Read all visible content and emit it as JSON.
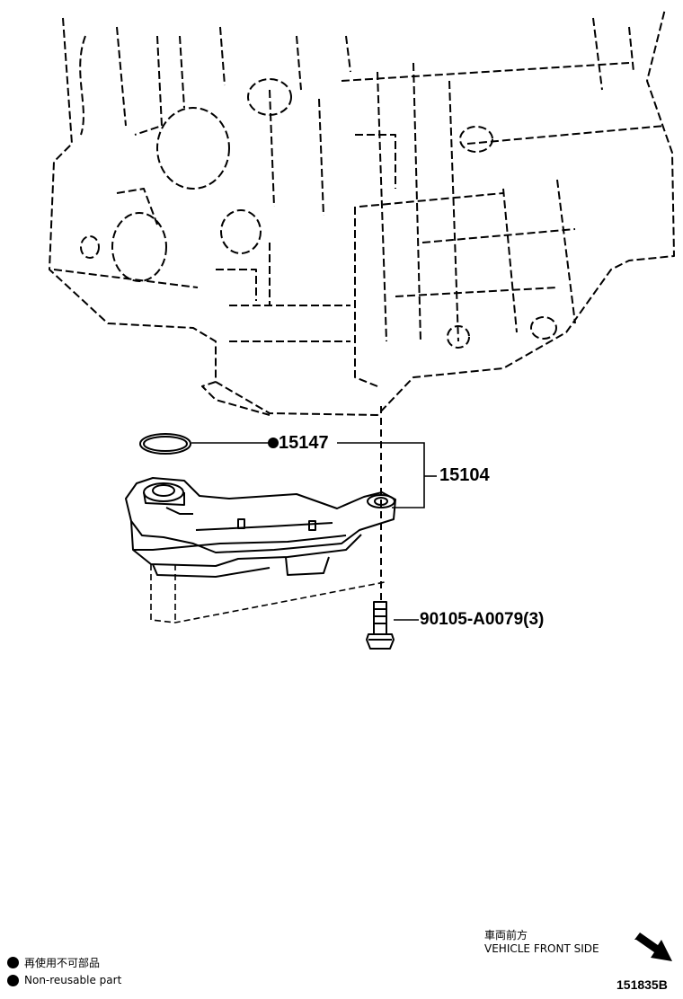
{
  "parts": {
    "o_ring": "15147",
    "strainer": "15104",
    "bolt": "90105-A0079(3)"
  },
  "direction": {
    "jp": "車両前方",
    "en": "VEHICLE FRONT SIDE"
  },
  "legend": {
    "jp": "再使用不可部品",
    "en": "Non-reusable part"
  },
  "figure_id": "151835B"
}
